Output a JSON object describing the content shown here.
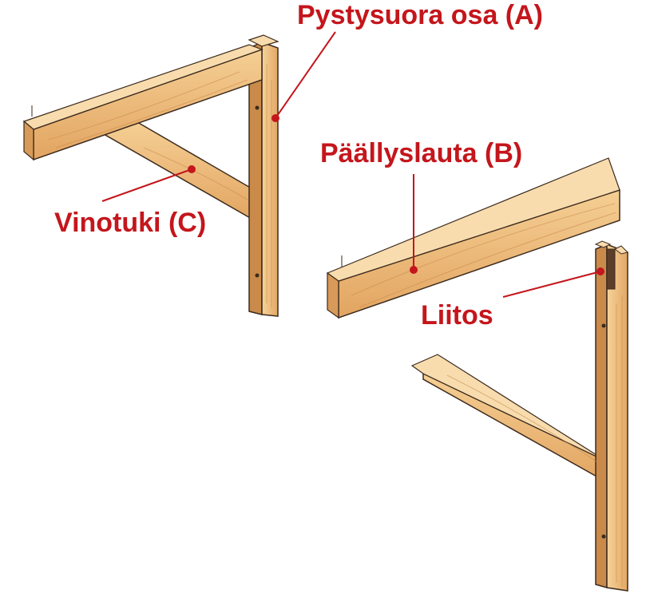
{
  "labels": {
    "vertical_part": "Pystysuora osa (A)",
    "cover_board": "Päällyslauta (B)",
    "diagonal_brace": "Vinotuki (C)",
    "joint": "Liitos"
  },
  "colors": {
    "wood_light": "#f2c98c",
    "wood_mid": "#e8ae6a",
    "wood_dark": "#c98a4a",
    "shadow": "#8a7488",
    "outline": "#3b2a1e",
    "label_red": "#c4161c"
  }
}
